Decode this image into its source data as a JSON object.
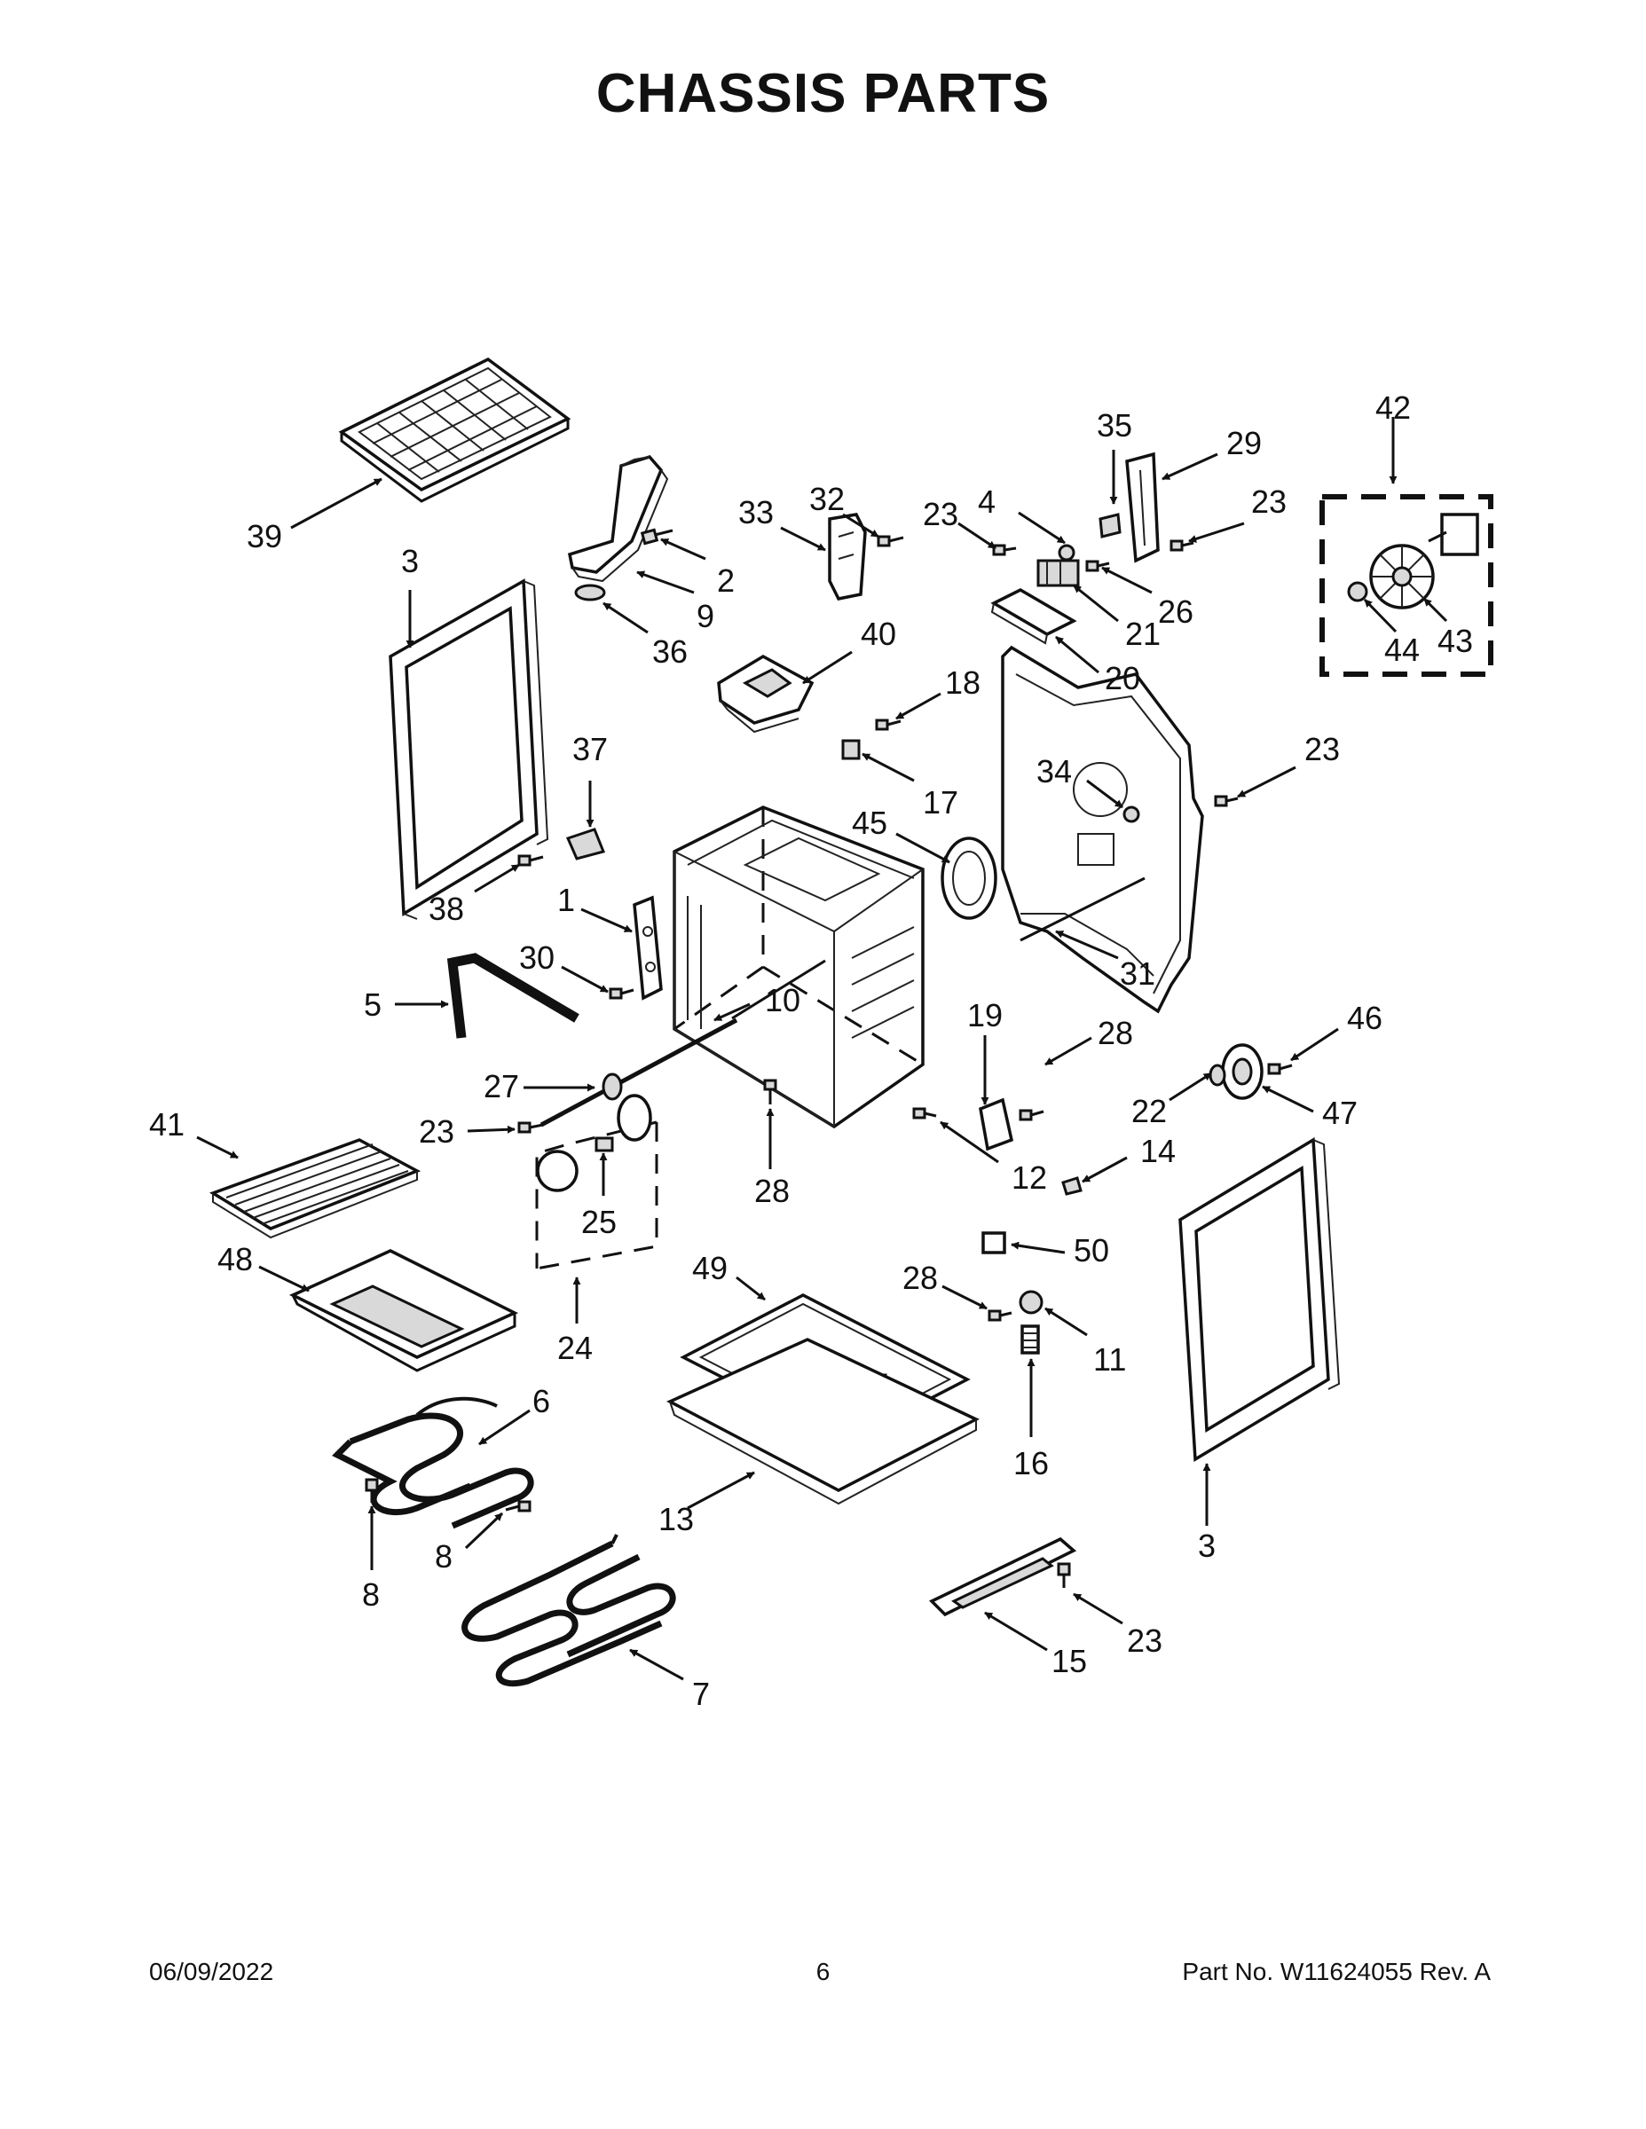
{
  "title": "CHASSIS PARTS",
  "footer": {
    "date": "06/09/2022",
    "page": "6",
    "part": "Part No.  W11624055  Rev.  A"
  },
  "callouts": [
    {
      "id": "c39",
      "label": "39"
    },
    {
      "id": "c3a",
      "label": "3"
    },
    {
      "id": "c2",
      "label": "2"
    },
    {
      "id": "c9",
      "label": "9"
    },
    {
      "id": "c36",
      "label": "36"
    },
    {
      "id": "c33",
      "label": "33"
    },
    {
      "id": "c32",
      "label": "32"
    },
    {
      "id": "c40",
      "label": "40"
    },
    {
      "id": "c23a",
      "label": "23"
    },
    {
      "id": "c4",
      "label": "4"
    },
    {
      "id": "c35",
      "label": "35"
    },
    {
      "id": "c29",
      "label": "29"
    },
    {
      "id": "c23b",
      "label": "23"
    },
    {
      "id": "c26",
      "label": "26"
    },
    {
      "id": "c21",
      "label": "21"
    },
    {
      "id": "c20",
      "label": "20"
    },
    {
      "id": "c42",
      "label": "42"
    },
    {
      "id": "c44",
      "label": "44"
    },
    {
      "id": "c43",
      "label": "43"
    },
    {
      "id": "c18",
      "label": "18"
    },
    {
      "id": "c17",
      "label": "17"
    },
    {
      "id": "c34",
      "label": "34"
    },
    {
      "id": "c23c",
      "label": "23"
    },
    {
      "id": "c37",
      "label": "37"
    },
    {
      "id": "c38",
      "label": "38"
    },
    {
      "id": "c45",
      "label": "45"
    },
    {
      "id": "c1",
      "label": "1"
    },
    {
      "id": "c30",
      "label": "30"
    },
    {
      "id": "c5",
      "label": "5"
    },
    {
      "id": "c10",
      "label": "10"
    },
    {
      "id": "c19",
      "label": "19"
    },
    {
      "id": "c31",
      "label": "31"
    },
    {
      "id": "c46",
      "label": "46"
    },
    {
      "id": "c28a",
      "label": "28"
    },
    {
      "id": "c22",
      "label": "22"
    },
    {
      "id": "c47",
      "label": "47"
    },
    {
      "id": "c27",
      "label": "27"
    },
    {
      "id": "c23d",
      "label": "23"
    },
    {
      "id": "c41",
      "label": "41"
    },
    {
      "id": "c28b",
      "label": "28"
    },
    {
      "id": "c12",
      "label": "12"
    },
    {
      "id": "c14",
      "label": "14"
    },
    {
      "id": "c25",
      "label": "25"
    },
    {
      "id": "c48",
      "label": "48"
    },
    {
      "id": "c24",
      "label": "24"
    },
    {
      "id": "c49",
      "label": "49"
    },
    {
      "id": "c50",
      "label": "50"
    },
    {
      "id": "c28c",
      "label": "28"
    },
    {
      "id": "c11",
      "label": "11"
    },
    {
      "id": "c6",
      "label": "6"
    },
    {
      "id": "c16",
      "label": "16"
    },
    {
      "id": "c13",
      "label": "13"
    },
    {
      "id": "c3b",
      "label": "3"
    },
    {
      "id": "c8a",
      "label": "8"
    },
    {
      "id": "c8b",
      "label": "8"
    },
    {
      "id": "c23e",
      "label": "23"
    },
    {
      "id": "c15",
      "label": "15"
    },
    {
      "id": "c7",
      "label": "7"
    }
  ]
}
